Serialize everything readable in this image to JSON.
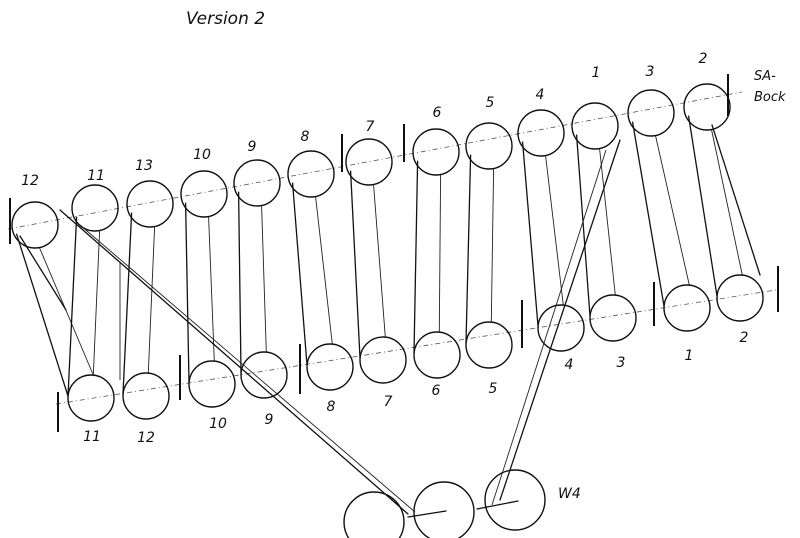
{
  "title": "Version 2",
  "upper_label": "SA-\nBock",
  "w4_label": "W4",
  "upper_rolls": [
    {
      "id": "u12",
      "label": "12"
    },
    {
      "id": "u11",
      "label": "11"
    },
    {
      "id": "u13",
      "label": "13"
    },
    {
      "id": "u10",
      "label": "10"
    },
    {
      "id": "u9",
      "label": "9"
    },
    {
      "id": "u8",
      "label": "8"
    },
    {
      "id": "u7",
      "label": "7"
    },
    {
      "id": "u6",
      "label": "6"
    },
    {
      "id": "u5",
      "label": "5"
    },
    {
      "id": "u4",
      "label": "4"
    },
    {
      "id": "u1",
      "label": "1"
    },
    {
      "id": "u3",
      "label": "3"
    },
    {
      "id": "u2",
      "label": "2"
    }
  ],
  "lower_rolls": [
    {
      "id": "l11",
      "label": "11"
    },
    {
      "id": "l12",
      "label": "12"
    },
    {
      "id": "l10",
      "label": "10"
    },
    {
      "id": "l9",
      "label": "9"
    },
    {
      "id": "l8",
      "label": "8"
    },
    {
      "id": "l7",
      "label": "7"
    },
    {
      "id": "l6",
      "label": "6"
    },
    {
      "id": "l5",
      "label": "5"
    },
    {
      "id": "l4",
      "label": "4"
    },
    {
      "id": "l3",
      "label": "3"
    },
    {
      "id": "l1",
      "label": "1"
    },
    {
      "id": "l2",
      "label": "2"
    }
  ]
}
